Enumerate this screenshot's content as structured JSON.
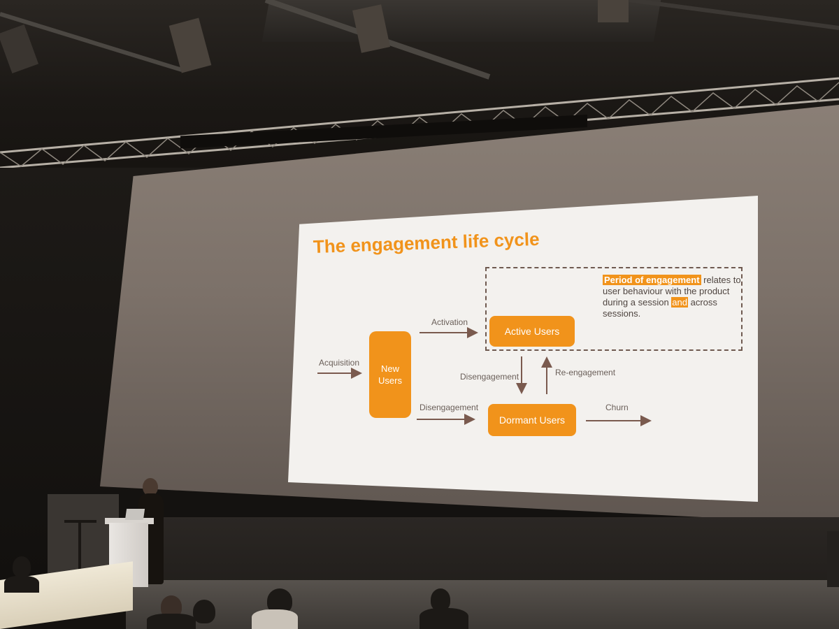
{
  "slide": {
    "title": "The engagement life cycle",
    "accent_color": "#f1931b",
    "description": {
      "highlight": "Period of engagement",
      "line1": " relates to user behaviour with the product during a session ",
      "and": "and",
      "line2": " across sessions."
    },
    "nodes": {
      "new_users": "New\nUsers",
      "active_users": "Active Users",
      "dormant_users": "Dormant Users"
    },
    "edges": {
      "acquisition": "Acquisition",
      "activation": "Activation",
      "disengagement_top": "Disengagement",
      "disengagement_bottom": "Disengagement",
      "re_engagement": "Re-engagement",
      "churn": "Churn"
    }
  }
}
